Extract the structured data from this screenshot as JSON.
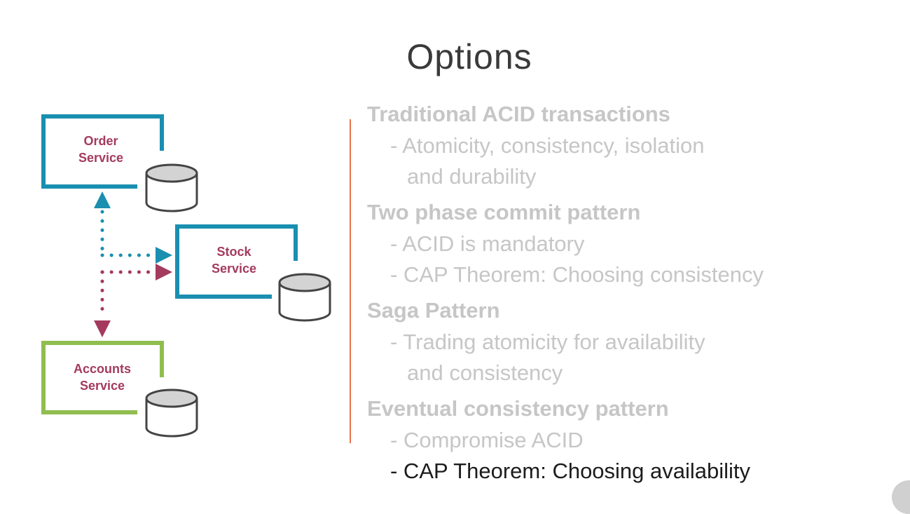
{
  "slide": {
    "title": "Options"
  },
  "diagram": {
    "services": [
      {
        "line1": "Order",
        "line2": "Service",
        "color": "#1a8fb0"
      },
      {
        "line1": "Stock",
        "line2": "Service",
        "color": "#1a8fb0"
      },
      {
        "line1": "Accounts",
        "line2": "Service",
        "color": "#8fbe4f"
      }
    ],
    "label_color": "#a43a5e",
    "arrow_colors": {
      "blue": "#1a8fb0",
      "red": "#a43a5e"
    }
  },
  "options": [
    {
      "heading": "Traditional ACID transactions",
      "bullets": [
        {
          "text": "- Atomicity, consistency, isolation",
          "active": false
        },
        {
          "text": "  and durability",
          "active": false
        }
      ]
    },
    {
      "heading": "Two phase commit pattern",
      "bullets": [
        {
          "text": "- ACID is mandatory",
          "active": false
        },
        {
          "text": "- CAP Theorem: Choosing consistency",
          "active": false
        }
      ]
    },
    {
      "heading": "Saga Pattern",
      "bullets": [
        {
          "text": "- Trading atomicity for availability",
          "active": false
        },
        {
          "text": "  and consistency",
          "active": false
        }
      ]
    },
    {
      "heading": "Eventual consistency pattern",
      "bullets": [
        {
          "text": "- Compromise ACID",
          "active": false
        },
        {
          "text": "- CAP Theorem: Choosing availability",
          "active": true
        }
      ]
    }
  ]
}
